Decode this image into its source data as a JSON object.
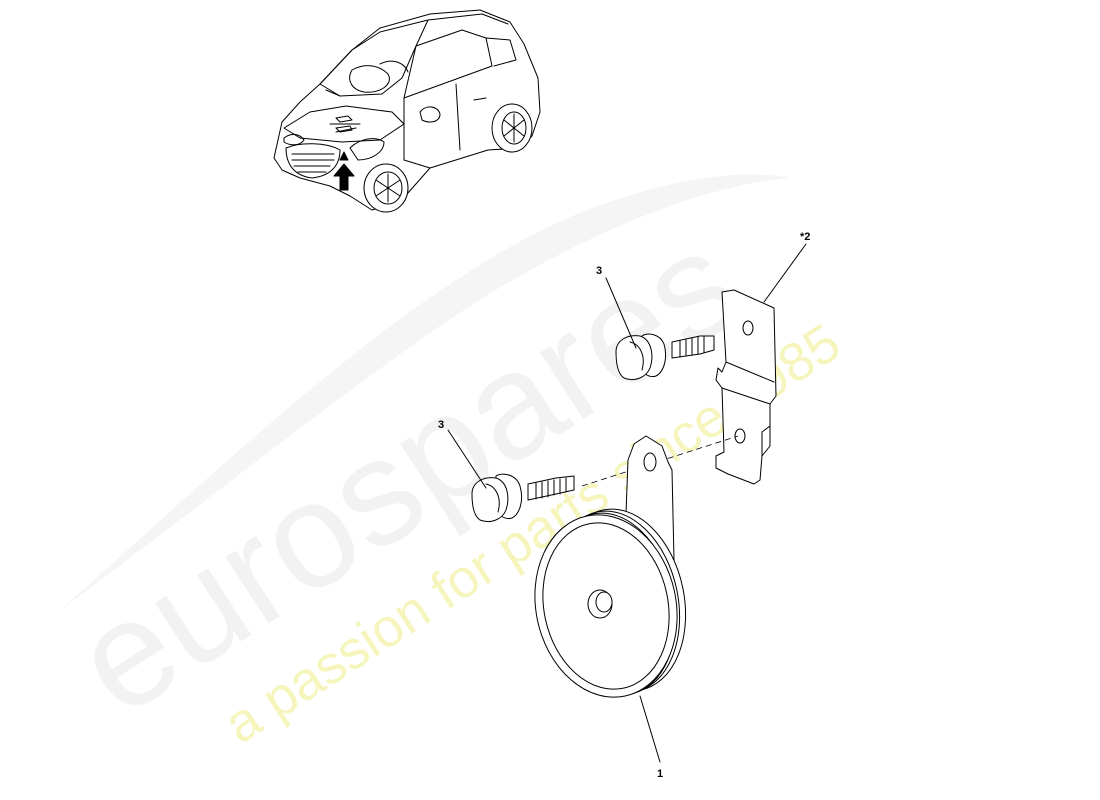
{
  "diagram": {
    "callouts": {
      "horn": "1",
      "bracket": "*2",
      "bolt_upper": "3",
      "bolt_lower": "3"
    }
  },
  "watermark": {
    "brand": "eurospares",
    "tagline": "a passion for parts since 1985"
  },
  "colors": {
    "linework": "#000000",
    "watermark_grey": "#e9e9e9",
    "watermark_yellow": "#f4f2a8"
  }
}
